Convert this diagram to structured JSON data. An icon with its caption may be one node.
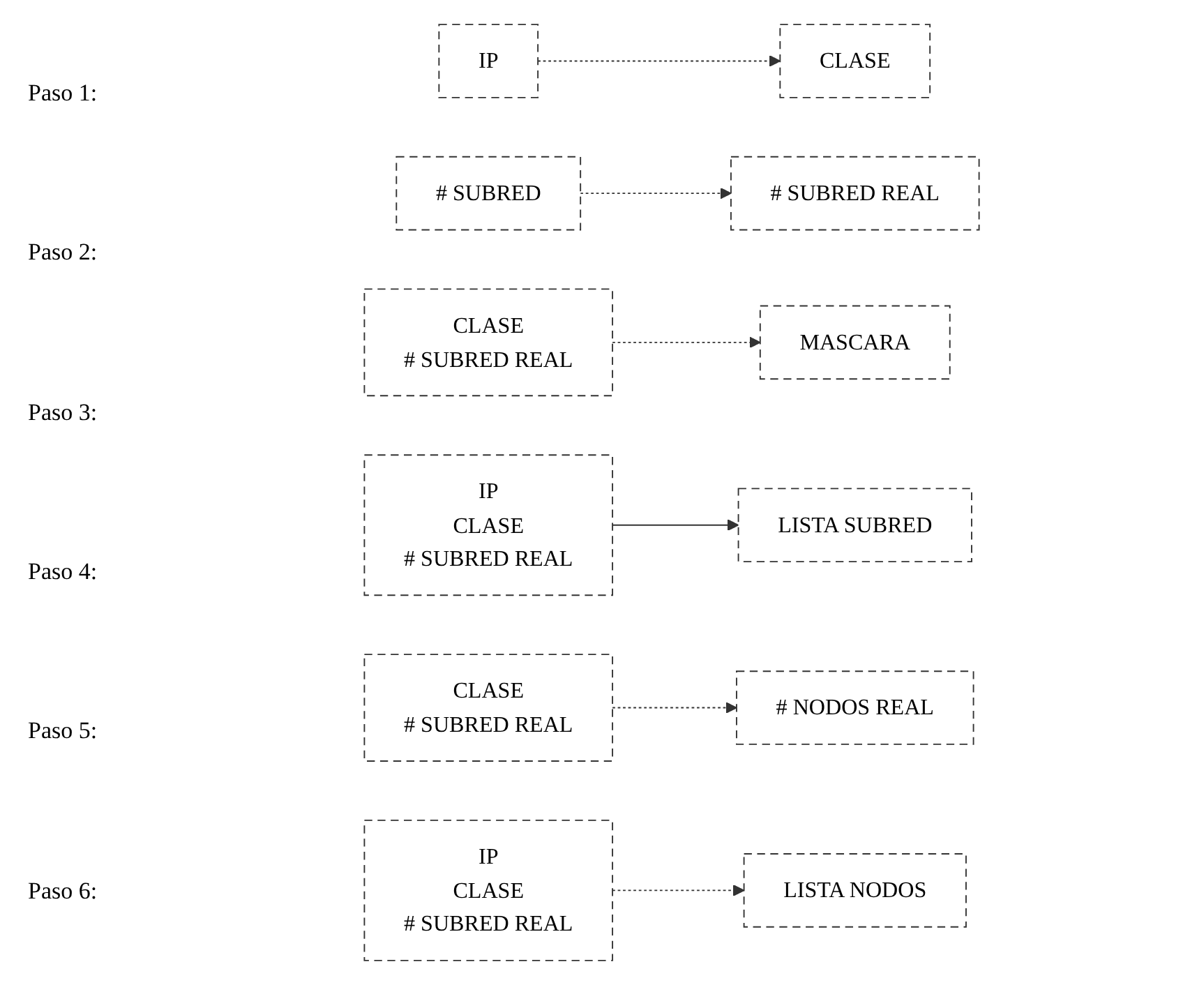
{
  "diagram": {
    "nodes": [
      {
        "text": [
          "IP"
        ]
      },
      {
        "text": [
          "CLASE"
        ]
      },
      {
        "text": [
          "# SUBRED"
        ]
      },
      {
        "text": [
          "# SUBRED REAL"
        ]
      },
      {
        "text": [
          "CLASE",
          "# SUBRED REAL"
        ]
      },
      {
        "text": [
          "MASCARA"
        ]
      },
      {
        "text": [
          "IP",
          "CLASE",
          "# SUBRED REAL"
        ]
      },
      {
        "text": [
          "LISTA SUBRED"
        ]
      },
      {
        "text": [
          "CLASE",
          "# SUBRED REAL"
        ]
      },
      {
        "text": [
          "# NODOS REAL"
        ]
      },
      {
        "text": [
          "IP",
          "CLASE",
          "# SUBRED REAL"
        ]
      },
      {
        "text": [
          "LISTA NODOS"
        ]
      }
    ],
    "edges": [
      {
        "from": 0,
        "to": 1,
        "arrow": "to",
        "style": "dashed"
      },
      {
        "from": 2,
        "to": 3,
        "arrow": "to",
        "style": "dashed"
      },
      {
        "from": 4,
        "to": 5,
        "arrow": "to",
        "style": "dashed"
      },
      {
        "from": 6,
        "to": 7,
        "arrow": "to"
      },
      {
        "from": 8,
        "to": 9,
        "arrow": "to",
        "style": "dashed"
      },
      {
        "from": 10,
        "to": 11,
        "arrow": "to",
        "style": "dashed"
      }
    ],
    "labels": [
      "Paso 1:",
      "Paso 2:",
      "Paso 3:",
      "Paso 4:",
      "Paso 5:",
      "Paso 6:"
    ]
  }
}
